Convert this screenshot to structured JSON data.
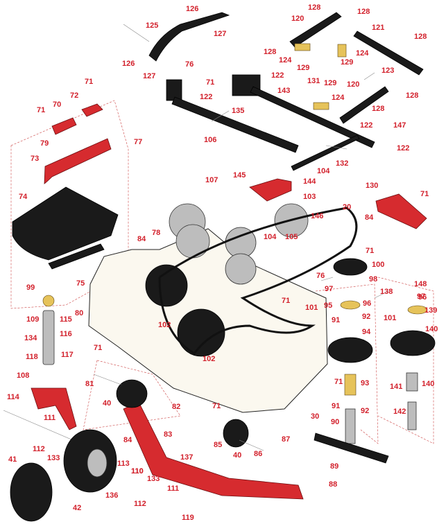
{
  "diagram": {
    "labels": [
      "126",
      "128",
      "120",
      "128",
      "125",
      "127",
      "121",
      "128",
      "128",
      "124",
      "126",
      "129",
      "124",
      "127",
      "76",
      "122",
      "129",
      "123",
      "131",
      "129",
      "71",
      "122",
      "143",
      "120",
      "128",
      "71",
      "124",
      "72",
      "135",
      "128",
      "70",
      "71",
      "122",
      "147",
      "79",
      "106",
      "122",
      "77",
      "132",
      "73",
      "104",
      "107",
      "145",
      "144",
      "130",
      "71",
      "74",
      "103",
      "84",
      "146",
      "20",
      "104",
      "105",
      "78",
      "84",
      "71",
      "100",
      "75",
      "76",
      "98",
      "99",
      "148",
      "97",
      "138",
      "97",
      "80",
      "71",
      "96",
      "101",
      "96",
      "95",
      "139",
      "109",
      "115",
      "92",
      "91",
      "140",
      "102",
      "101",
      "116",
      "94",
      "134",
      "71",
      "117",
      "118",
      "102",
      "71",
      "108",
      "93",
      "141",
      "140",
      "81",
      "91",
      "92",
      "114",
      "40",
      "82",
      "111",
      "71",
      "30",
      "142",
      "90",
      "84",
      "83",
      "85",
      "87",
      "110",
      "40",
      "86",
      "112",
      "133",
      "41",
      "113",
      "89",
      "137",
      "110",
      "88",
      "133",
      "136",
      "111",
      "112",
      "119",
      "42"
    ],
    "accent_color": "#d21f2a"
  }
}
